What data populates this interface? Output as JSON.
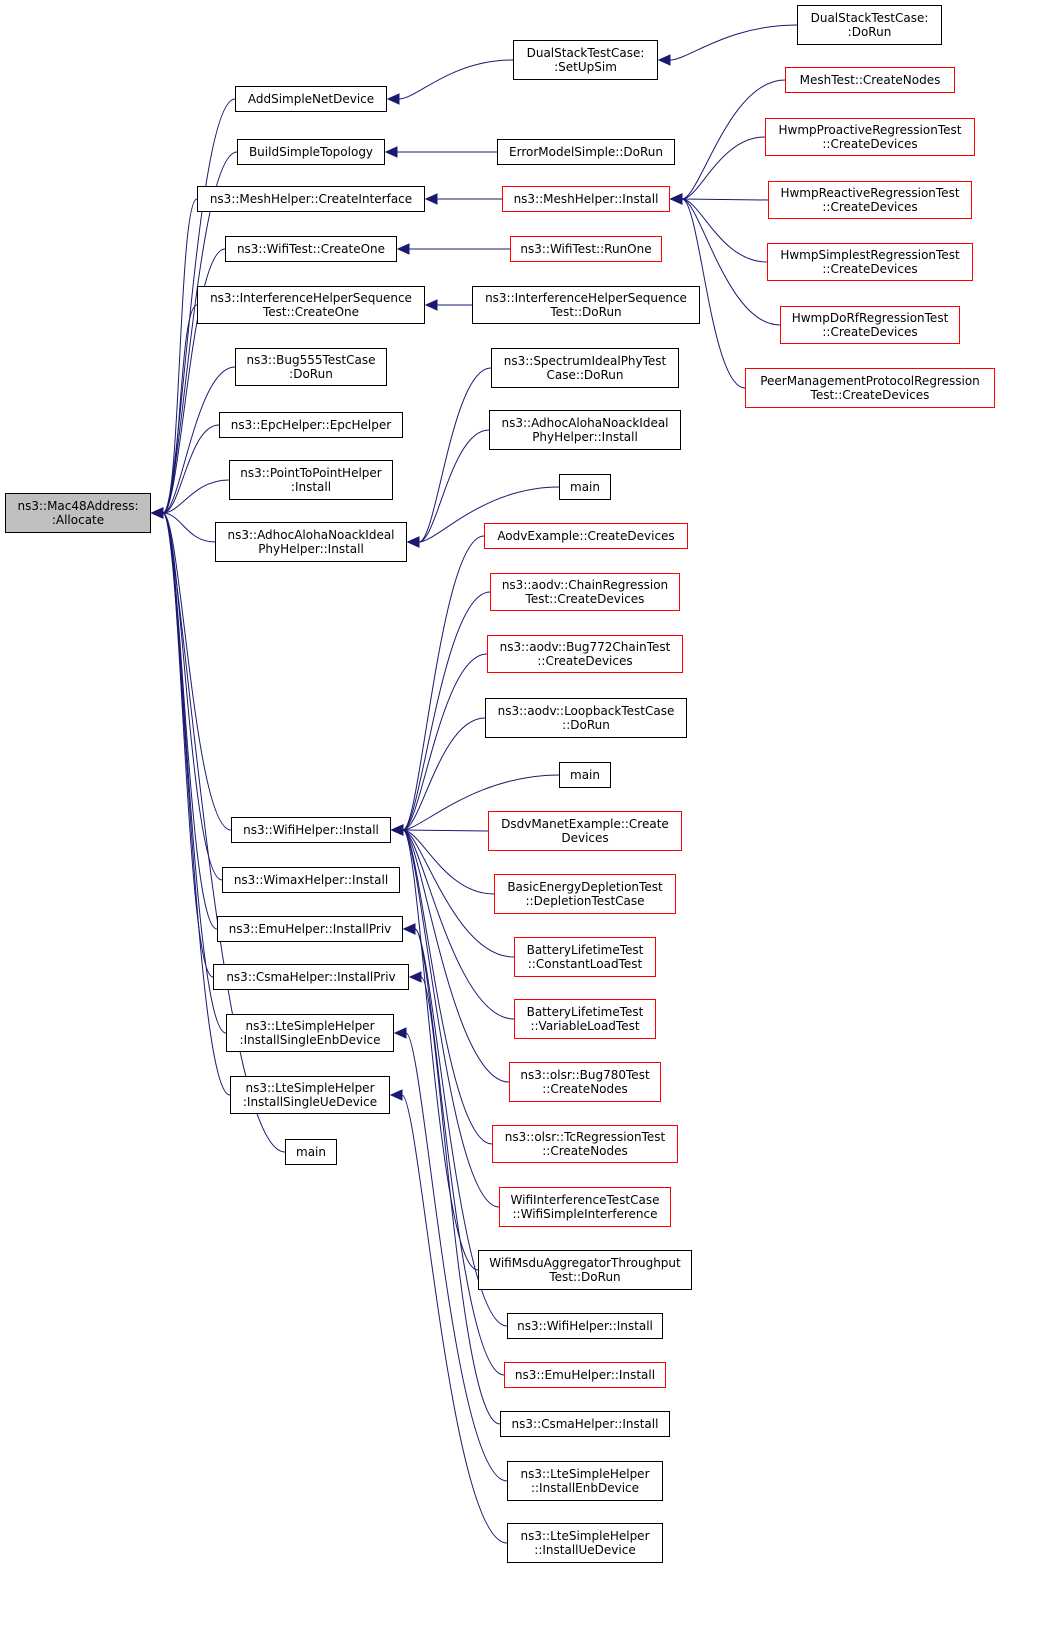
{
  "diagram": {
    "type": "call-graph",
    "direction": "right-to-left",
    "colors": {
      "edge": "#191970",
      "node_border": "#000000",
      "node_border_truncated": "#ff0000",
      "root_fill": "#bfbfbf",
      "node_fill": "#ffffff"
    },
    "nodes": [
      {
        "id": "root",
        "lines": [
          "ns3::Mac48Address:",
          ":Allocate"
        ],
        "style": "root"
      },
      {
        "id": "add_simple",
        "lines": [
          "AddSimpleNetDevice"
        ],
        "style": "normal"
      },
      {
        "id": "build_simple",
        "lines": [
          "BuildSimpleTopology"
        ],
        "style": "normal"
      },
      {
        "id": "mesh_create_iface",
        "lines": [
          "ns3::MeshHelper::CreateInterface"
        ],
        "style": "normal"
      },
      {
        "id": "wifitest_createone",
        "lines": [
          "ns3::WifiTest::CreateOne"
        ],
        "style": "normal"
      },
      {
        "id": "interf_createone",
        "lines": [
          "ns3::InterferenceHelperSequence",
          "Test::CreateOne"
        ],
        "style": "normal"
      },
      {
        "id": "bug555",
        "lines": [
          "ns3::Bug555TestCase",
          ":DoRun"
        ],
        "style": "normal"
      },
      {
        "id": "epchelper",
        "lines": [
          "ns3::EpcHelper::EpcHelper"
        ],
        "style": "normal"
      },
      {
        "id": "p2p_install",
        "lines": [
          "ns3::PointToPointHelper",
          ":Install"
        ],
        "style": "normal"
      },
      {
        "id": "adhoc_install",
        "lines": [
          "ns3::AdhocAlohaNoackIdeal",
          "PhyHelper::Install"
        ],
        "style": "normal"
      },
      {
        "id": "wifi_install",
        "lines": [
          "ns3::WifiHelper::Install"
        ],
        "style": "normal"
      },
      {
        "id": "wimax_install",
        "lines": [
          "ns3::WimaxHelper::Install"
        ],
        "style": "normal"
      },
      {
        "id": "emu_installpriv",
        "lines": [
          "ns3::EmuHelper::InstallPriv"
        ],
        "style": "normal"
      },
      {
        "id": "csma_installpriv",
        "lines": [
          "ns3::CsmaHelper::InstallPriv"
        ],
        "style": "normal"
      },
      {
        "id": "lte_enb",
        "lines": [
          "ns3::LteSimpleHelper",
          ":InstallSingleEnbDevice"
        ],
        "style": "normal"
      },
      {
        "id": "lte_ue",
        "lines": [
          "ns3::LteSimpleHelper",
          ":InstallSingleUeDevice"
        ],
        "style": "normal"
      },
      {
        "id": "main_a",
        "lines": [
          "main"
        ],
        "style": "normal"
      },
      {
        "id": "ds_setup",
        "lines": [
          "DualStackTestCase:",
          ":SetUpSim"
        ],
        "style": "normal"
      },
      {
        "id": "ds_dorun",
        "lines": [
          "DualStackTestCase:",
          ":DoRun"
        ],
        "style": "normal"
      },
      {
        "id": "errmodel",
        "lines": [
          "ErrorModelSimple::DoRun"
        ],
        "style": "normal"
      },
      {
        "id": "mesh_install",
        "lines": [
          "ns3::MeshHelper::Install"
        ],
        "style": "truncated"
      },
      {
        "id": "wifitest_runone",
        "lines": [
          "ns3::WifiTest::RunOne"
        ],
        "style": "truncated"
      },
      {
        "id": "interf_dorun",
        "lines": [
          "ns3::InterferenceHelperSequence",
          "Test::DoRun"
        ],
        "style": "normal"
      },
      {
        "id": "meshtest_nodes",
        "lines": [
          "MeshTest::CreateNodes"
        ],
        "style": "truncated"
      },
      {
        "id": "hwmp_proactive",
        "lines": [
          "HwmpProactiveRegressionTest",
          "::CreateDevices"
        ],
        "style": "truncated"
      },
      {
        "id": "hwmp_reactive",
        "lines": [
          "HwmpReactiveRegressionTest",
          "::CreateDevices"
        ],
        "style": "truncated"
      },
      {
        "id": "hwmp_simplest",
        "lines": [
          "HwmpSimplestRegressionTest",
          "::CreateDevices"
        ],
        "style": "truncated"
      },
      {
        "id": "hwmp_dorf",
        "lines": [
          "HwmpDoRfRegressionTest",
          "::CreateDevices"
        ],
        "style": "truncated"
      },
      {
        "id": "peer_mgmt",
        "lines": [
          "PeerManagementProtocolRegression",
          "Test::CreateDevices"
        ],
        "style": "truncated"
      },
      {
        "id": "spectrum_ideal",
        "lines": [
          "ns3::SpectrumIdealPhyTest",
          "Case::DoRun"
        ],
        "style": "normal"
      },
      {
        "id": "adhoc_install2",
        "lines": [
          "ns3::AdhocAlohaNoackIdeal",
          "PhyHelper::Install"
        ],
        "style": "normal"
      },
      {
        "id": "main_b",
        "lines": [
          "main"
        ],
        "style": "normal"
      },
      {
        "id": "aodv_example",
        "lines": [
          "AodvExample::CreateDevices"
        ],
        "style": "truncated"
      },
      {
        "id": "aodv_chain",
        "lines": [
          "ns3::aodv::ChainRegression",
          "Test::CreateDevices"
        ],
        "style": "truncated"
      },
      {
        "id": "aodv_bug772",
        "lines": [
          "ns3::aodv::Bug772ChainTest",
          "::CreateDevices"
        ],
        "style": "truncated"
      },
      {
        "id": "aodv_loopback",
        "lines": [
          "ns3::aodv::LoopbackTestCase",
          "::DoRun"
        ],
        "style": "normal"
      },
      {
        "id": "main_c",
        "lines": [
          "main"
        ],
        "style": "normal"
      },
      {
        "id": "dsdv",
        "lines": [
          "DsdvManetExample::Create",
          "Devices"
        ],
        "style": "truncated"
      },
      {
        "id": "basic_energy",
        "lines": [
          "BasicEnergyDepletionTest",
          "::DepletionTestCase"
        ],
        "style": "truncated"
      },
      {
        "id": "battery_const",
        "lines": [
          "BatteryLifetimeTest",
          "::ConstantLoadTest"
        ],
        "style": "truncated"
      },
      {
        "id": "battery_var",
        "lines": [
          "BatteryLifetimeTest",
          "::VariableLoadTest"
        ],
        "style": "truncated"
      },
      {
        "id": "olsr_bug780",
        "lines": [
          "ns3::olsr::Bug780Test",
          "::CreateNodes"
        ],
        "style": "truncated"
      },
      {
        "id": "olsr_tc",
        "lines": [
          "ns3::olsr::TcRegressionTest",
          "::CreateNodes"
        ],
        "style": "truncated"
      },
      {
        "id": "wifi_interf",
        "lines": [
          "WifiInterferenceTestCase",
          "::WifiSimpleInterference"
        ],
        "style": "truncated"
      },
      {
        "id": "wifi_msdu",
        "lines": [
          "WifiMsduAggregatorThroughput",
          "Test::DoRun"
        ],
        "style": "normal"
      },
      {
        "id": "wifihelper_install2",
        "lines": [
          "ns3::WifiHelper::Install"
        ],
        "style": "normal"
      },
      {
        "id": "emu_install",
        "lines": [
          "ns3::EmuHelper::Install"
        ],
        "style": "truncated"
      },
      {
        "id": "csma_install",
        "lines": [
          "ns3::CsmaHelper::Install"
        ],
        "style": "normal"
      },
      {
        "id": "lte_install_enb",
        "lines": [
          "ns3::LteSimpleHelper",
          "::InstallEnbDevice"
        ],
        "style": "normal"
      },
      {
        "id": "lte_install_ue",
        "lines": [
          "ns3::LteSimpleHelper",
          "::InstallUeDevice"
        ],
        "style": "normal"
      }
    ],
    "edges": [
      [
        "add_simple",
        "root"
      ],
      [
        "build_simple",
        "root"
      ],
      [
        "mesh_create_iface",
        "root"
      ],
      [
        "wifitest_createone",
        "root"
      ],
      [
        "interf_createone",
        "root"
      ],
      [
        "bug555",
        "root"
      ],
      [
        "epchelper",
        "root"
      ],
      [
        "p2p_install",
        "root"
      ],
      [
        "adhoc_install",
        "root"
      ],
      [
        "wifi_install",
        "root"
      ],
      [
        "wimax_install",
        "root"
      ],
      [
        "emu_installpriv",
        "root"
      ],
      [
        "csma_installpriv",
        "root"
      ],
      [
        "lte_enb",
        "root"
      ],
      [
        "lte_ue",
        "root"
      ],
      [
        "main_a",
        "root"
      ],
      [
        "ds_setup",
        "add_simple"
      ],
      [
        "ds_dorun",
        "ds_setup"
      ],
      [
        "errmodel",
        "build_simple"
      ],
      [
        "mesh_install",
        "mesh_create_iface"
      ],
      [
        "wifitest_runone",
        "wifitest_createone"
      ],
      [
        "interf_dorun",
        "interf_createone"
      ],
      [
        "meshtest_nodes",
        "mesh_install"
      ],
      [
        "hwmp_proactive",
        "mesh_install"
      ],
      [
        "hwmp_reactive",
        "mesh_install"
      ],
      [
        "hwmp_simplest",
        "mesh_install"
      ],
      [
        "hwmp_dorf",
        "mesh_install"
      ],
      [
        "peer_mgmt",
        "mesh_install"
      ],
      [
        "spectrum_ideal",
        "adhoc_install"
      ],
      [
        "adhoc_install2",
        "adhoc_install"
      ],
      [
        "main_b",
        "adhoc_install"
      ],
      [
        "aodv_example",
        "wifi_install"
      ],
      [
        "aodv_chain",
        "wifi_install"
      ],
      [
        "aodv_bug772",
        "wifi_install"
      ],
      [
        "aodv_loopback",
        "wifi_install"
      ],
      [
        "main_c",
        "wifi_install"
      ],
      [
        "dsdv",
        "wifi_install"
      ],
      [
        "basic_energy",
        "wifi_install"
      ],
      [
        "battery_const",
        "wifi_install"
      ],
      [
        "battery_var",
        "wifi_install"
      ],
      [
        "olsr_bug780",
        "wifi_install"
      ],
      [
        "olsr_tc",
        "wifi_install"
      ],
      [
        "wifi_interf",
        "wifi_install"
      ],
      [
        "wifi_msdu",
        "wifi_install"
      ],
      [
        "wifihelper_install2",
        "emu_installpriv"
      ],
      [
        "emu_install",
        "emu_installpriv"
      ],
      [
        "csma_install",
        "csma_installpriv"
      ],
      [
        "lte_install_enb",
        "lte_enb"
      ],
      [
        "lte_install_ue",
        "lte_ue"
      ]
    ]
  }
}
